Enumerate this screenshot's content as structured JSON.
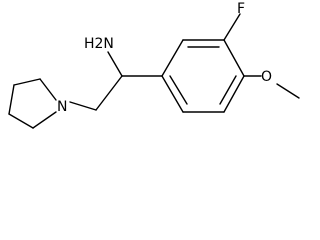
{
  "molecule": {
    "atoms": {
      "amine": "H2N",
      "fluorine": "F",
      "oxygen": "O",
      "nitrogen": "N"
    }
  }
}
